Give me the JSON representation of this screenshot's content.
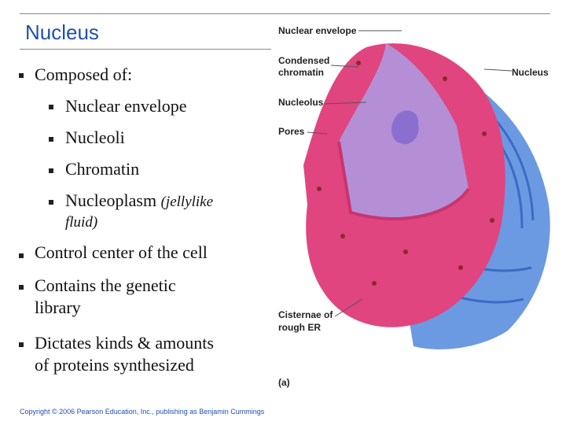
{
  "title": "Nucleus",
  "bullets": {
    "composed": "Composed of:",
    "sub": [
      "Nuclear envelope",
      "Nucleoli",
      "Chromatin",
      "Nucleoplasm "
    ],
    "sub_italic": "(jellylike",
    "sub_italic_2": "fluid)",
    "control": "Control center of the cell",
    "genetic_1": "Contains the genetic",
    "genetic_2": "library",
    "dictates_1": "Dictates kinds & amounts",
    "dictates_2": "of proteins synthesized"
  },
  "figure": {
    "labels": {
      "nuclear_envelope": "Nuclear envelope",
      "condensed_1": "Condensed",
      "condensed_2": "chromatin",
      "nucleus": "Nucleus",
      "nucleolus": "Nucleolus",
      "pores": "Pores",
      "cisternae_1": "Cisternae of",
      "cisternae_2": "rough ER",
      "panel": "(a)"
    },
    "colors": {
      "envelope": "#e0457f",
      "nucleoplasm": "#b48fd6",
      "nucleolus": "#8a6fd0",
      "er": "#5b8fe0"
    }
  },
  "copyright": "Copyright © 2006 Pearson Education, Inc., publishing as Benjamin Cummings"
}
